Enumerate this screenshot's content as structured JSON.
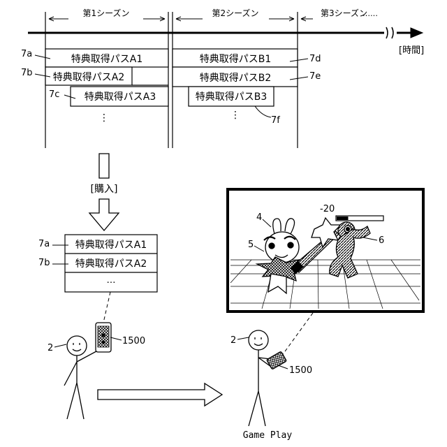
{
  "timeline": {
    "time_label": "[時間]",
    "seasons": [
      {
        "id": "season1",
        "label": "第1シーズン"
      },
      {
        "id": "season2",
        "label": "第2シーズン"
      },
      {
        "id": "season3",
        "label": "第3シーズン"
      }
    ],
    "season3_continuation": "‥‥‥"
  },
  "passes": {
    "a1": {
      "ref": "7a",
      "label": "特典取得パスA1"
    },
    "a2": {
      "ref": "7b",
      "label": "特典取得パスA2"
    },
    "a3": {
      "ref": "7c",
      "label": "特典取得パスA3"
    },
    "b1": {
      "ref": "7d",
      "label": "特典取得パスB1"
    },
    "b2": {
      "ref": "7e",
      "label": "特典取得パスB2"
    },
    "b3": {
      "ref": "7f",
      "label": "特典取得パスB3"
    },
    "more_a": "⋮",
    "more_b": "⋮"
  },
  "purchase": {
    "label": "[購入]"
  },
  "owned_list": {
    "items": [
      {
        "ref": "7a",
        "label": "特典取得パスA1"
      },
      {
        "ref": "7b",
        "label": "特典取得パスA2"
      }
    ],
    "more": "…"
  },
  "user": {
    "ref": "2"
  },
  "device": {
    "ref": "1500"
  },
  "game_screen": {
    "damage": "-20",
    "hp_fraction": 0.25,
    "character_ref": "4",
    "weapon_ref": "5",
    "enemy_ref": "6"
  },
  "caption": "Game Play"
}
